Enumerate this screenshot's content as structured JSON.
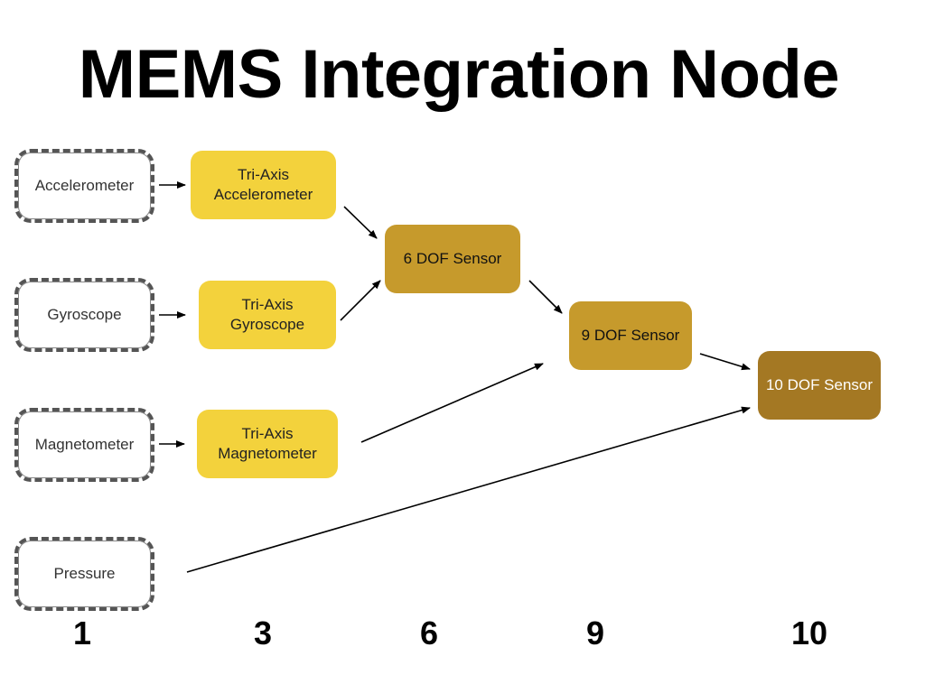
{
  "title": "MEMS Integration Node",
  "sensors": [
    {
      "label": "Accelerometer"
    },
    {
      "label": "Gyroscope"
    },
    {
      "label": "Magnetometer"
    },
    {
      "label": "Pressure"
    }
  ],
  "tri_axis": [
    {
      "line1": "Tri-Axis",
      "line2": "Accelerometer"
    },
    {
      "line1": "Tri-Axis",
      "line2": "Gyroscope"
    },
    {
      "line1": "Tri-Axis",
      "line2": "Magnetometer"
    }
  ],
  "dof": {
    "six": "6 DOF Sensor",
    "nine": "9 DOF Sensor",
    "ten": "10 DOF Sensor"
  },
  "columns": [
    "1",
    "3",
    "6",
    "9",
    "10"
  ],
  "colors": {
    "tri_axis": "#f3d23c",
    "dof_6_9": "#c69a2c",
    "dof_10": "#a47823"
  }
}
